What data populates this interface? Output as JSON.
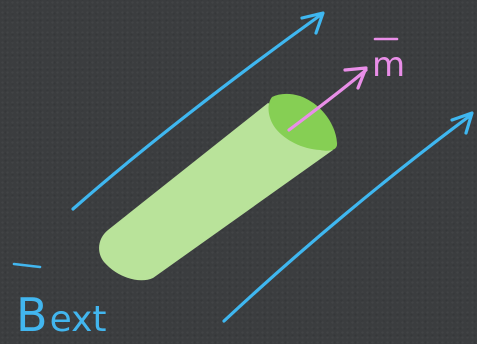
{
  "labels": {
    "magnetization": "m",
    "external_field": "B",
    "external_field_subscript": "ext"
  },
  "colors": {
    "background": "#3b3d3f",
    "field_lines": "#3fb7f0",
    "rod_body": "#b9e39a",
    "rod_end_cap": "#86cf54",
    "magnetization_arrow": "#e98ee8",
    "label_blue": "#42b6ef"
  }
}
